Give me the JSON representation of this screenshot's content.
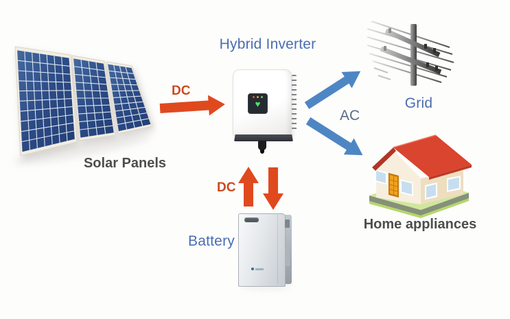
{
  "diagram": {
    "nodes": {
      "solar_panels": {
        "label": "Solar Panels",
        "icon": "solar-panel-icon"
      },
      "hybrid_inverter": {
        "label": "Hybrid Inverter",
        "icon": "inverter-icon"
      },
      "grid": {
        "label": "Grid",
        "icon": "utility-pole-icon"
      },
      "home_appliances": {
        "label": "Home appliances",
        "icon": "house-icon"
      },
      "battery": {
        "label": "Battery",
        "icon": "battery-icon"
      }
    },
    "flows": [
      {
        "id": "pv-to-inverter",
        "label": "DC",
        "from": "solar_panels",
        "to": "hybrid_inverter",
        "type": "dc",
        "color": "#e0491e"
      },
      {
        "id": "inverter-to-grid",
        "label": "AC",
        "from": "hybrid_inverter",
        "to": "grid",
        "type": "ac",
        "color": "#4e86c4"
      },
      {
        "id": "inverter-to-home",
        "label": "AC",
        "from": "hybrid_inverter",
        "to": "home_appliances",
        "type": "ac",
        "color": "#4e86c4"
      },
      {
        "id": "inverter-battery",
        "label": "DC",
        "from": "hybrid_inverter",
        "to": "battery",
        "type": "dc",
        "bidirectional": true,
        "color": "#e0491e"
      }
    ],
    "colors": {
      "dc_arrow": "#e0491e",
      "ac_arrow": "#4e86c4",
      "label_blue": "#4a6db0",
      "label_gray": "#4d4d4d",
      "ac_label": "#5a6c84",
      "dc_label": "#cc4a22"
    }
  }
}
